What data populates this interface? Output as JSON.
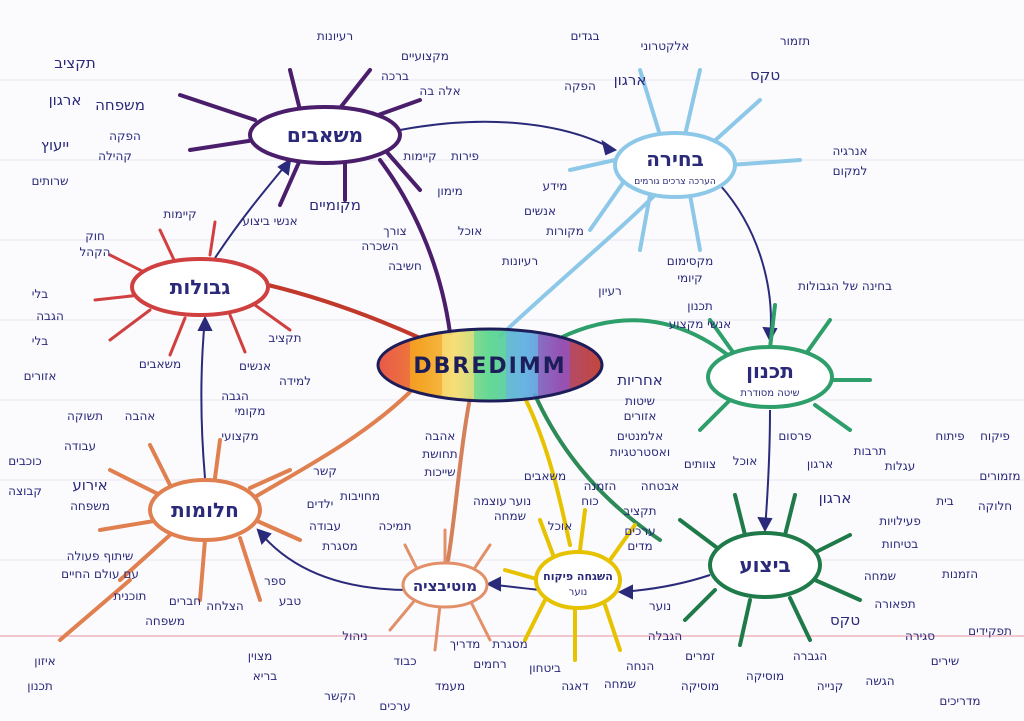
{
  "diagram": {
    "center": "DBREDIMM",
    "hubs": {
      "mashabim": "משאבים",
      "bchira": "בחירה",
      "gvulot": "גבולות",
      "tichnun": "תכנון",
      "bitzua": "ביצוע",
      "hashgacha": "השגחה פיקוח",
      "motivatzia": "מוטיבציה",
      "chalomot": "חלומות"
    },
    "hub_subtitles": {
      "bchira": "הערכה צרכים גורמים",
      "tichnun": "שיטה מסודרת",
      "hashgacha": "נוער"
    },
    "labels": {
      "mashabim": [
        "משפחה",
        "ארגון",
        "הפקה",
        "קהילה",
        "מקומיים",
        "השכרה",
        "מימון",
        "אנשי ביצוע",
        "קיימות",
        "פירות",
        "אוכל",
        "רעיונות",
        "מקצועיים",
        "חשיבה",
        "צורך",
        "אלה בה",
        "ברכה",
        "שרותים",
        "תקציב",
        "ייעוץ"
      ],
      "bchira": [
        "בגדים",
        "אלקטרוני",
        "טקס",
        "תזמור",
        "אנרגיה",
        "למקום",
        "ארגון",
        "הפקה",
        "מקורות",
        "מידע",
        "מקסימום",
        "קיומי",
        "רעיונות",
        "רעיון",
        "אנשים"
      ],
      "gvulot": [
        "קיימות",
        "חוק",
        "הקהל",
        "תקציב",
        "בלי",
        "בלי",
        "אזורים",
        "אנשים",
        "משאבים",
        "למידה",
        "הגבה",
        "הגבה"
      ],
      "tichnun": [
        "בחינה של הגבולות",
        "תכנון",
        "אחריות",
        "אנשי מקצוע",
        "אזורים",
        "שיטות",
        "אלמנטים",
        "ואסטרטגיות"
      ],
      "bitzua": [
        "פיתוח",
        "פיקוח",
        "ארגון",
        "פרסום",
        "תרבות",
        "עגלות",
        "אוכל",
        "מוסיקה",
        "מזמורים",
        "ארגון",
        "בית",
        "צוותים",
        "חלוקה",
        "פעילויות",
        "בטיחות",
        "שמחה",
        "נוער",
        "אבטחה",
        "הגברה",
        "זמרים",
        "הזמנות",
        "קנייה",
        "מדריכים",
        "הגשה",
        "תפאורה",
        "סגירה",
        "שירים",
        "טקס",
        "תפקידים"
      ],
      "hashgacha": [
        "משאבים",
        "נוער",
        "הזמנה",
        "כוח",
        "תקציב",
        "ערכים",
        "מסגרת",
        "ביטחון",
        "דאגה",
        "הנחה",
        "מוסיקה",
        "שמחה",
        "הגבלה",
        "מדים",
        "אוכל"
      ],
      "motivatzia": [
        "אהבה",
        "תחושת",
        "שייכות",
        "עוצמה",
        "מחויבות",
        "מסגרת",
        "תמיכה",
        "ניהול",
        "כבוד",
        "מעמד",
        "הקשר",
        "מדריך",
        "רחמים",
        "שמחה",
        "ערכים",
        "מקצועי"
      ],
      "chalomot": [
        "תשוקה",
        "אהבה",
        "כוכבים",
        "קבוצה",
        "אירוע",
        "משפחה",
        "עבודה",
        "שיתוף פעולה",
        "עם עולם החיים",
        "תוכנית",
        "קשר",
        "חברים",
        "משפחה",
        "ילדים",
        "הצלחה",
        "עבודה",
        "מקומי",
        "מצוין",
        "בריא",
        "ספר",
        "טבע",
        "איזון",
        "תכנון"
      ]
    }
  }
}
